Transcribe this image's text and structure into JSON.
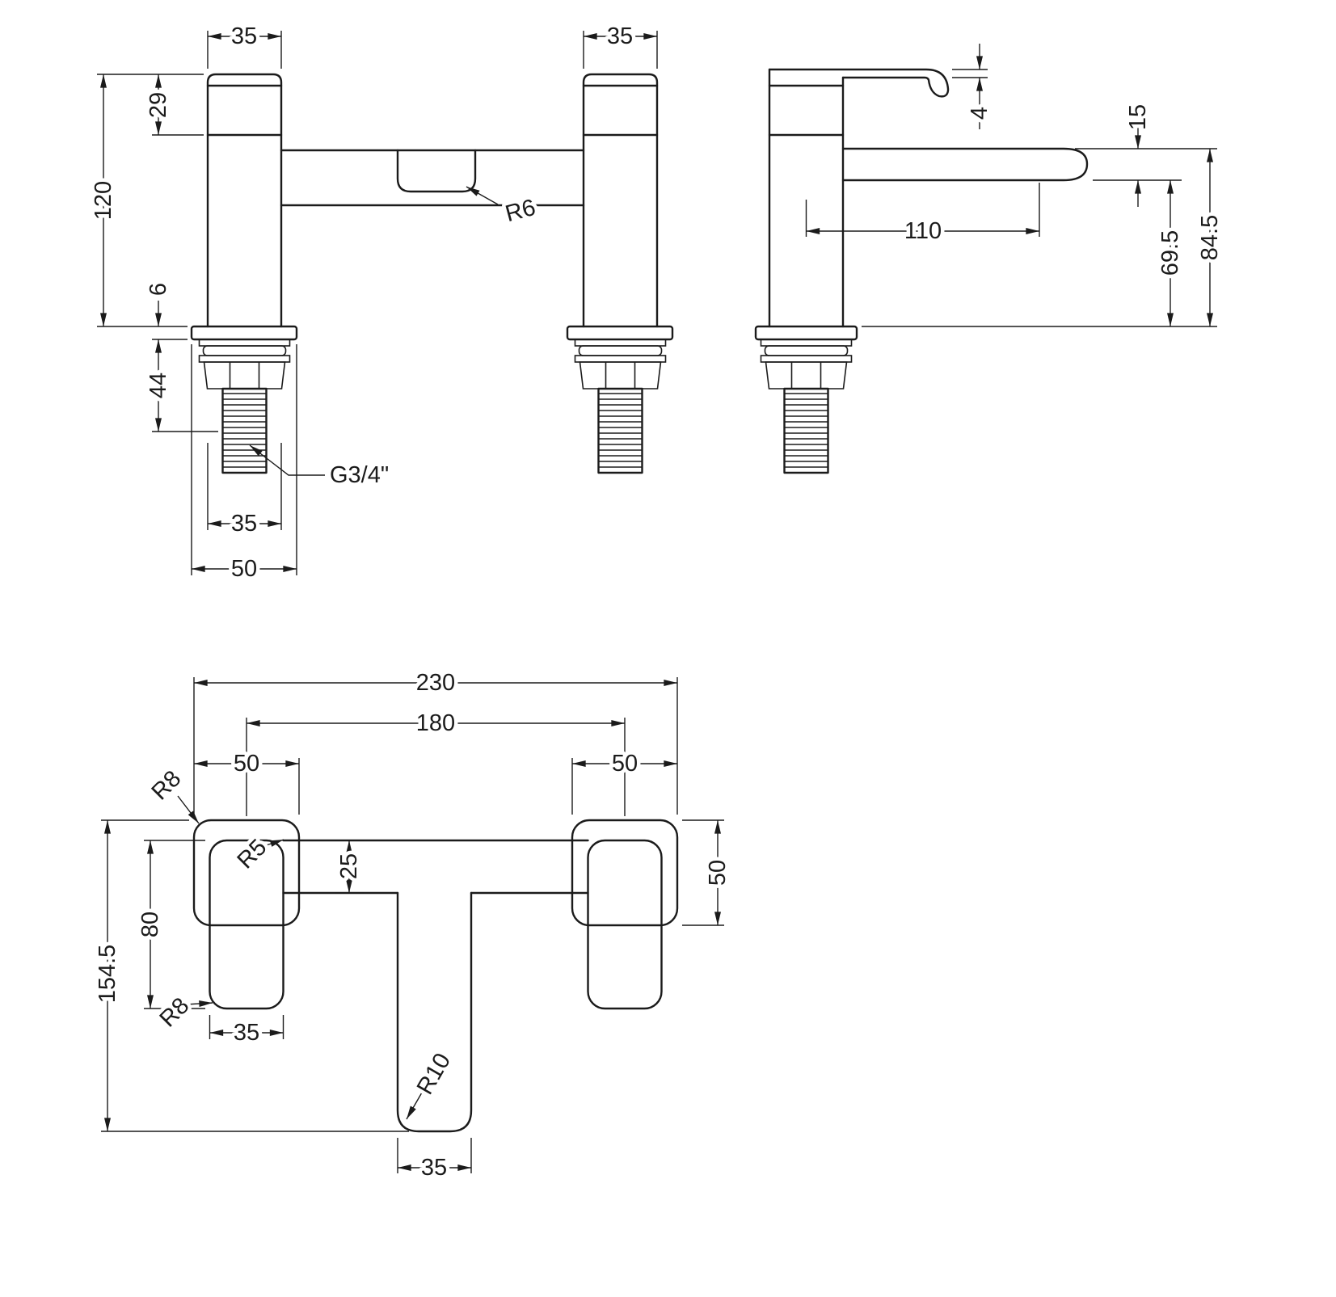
{
  "front": {
    "pillar_width_left": "35",
    "pillar_width_right": "35",
    "handle_height": "29",
    "body_height": "120",
    "deck_thickness": "6",
    "shank_length": "44",
    "thread_spec": "G3/4\"",
    "body_width": "35",
    "base_width": "50",
    "recess_radius": "R6"
  },
  "side": {
    "lever_thickness": "4",
    "spout_thickness": "15",
    "spout_reach": "110",
    "spout_clearance": "69.5",
    "overall_height": "84.5"
  },
  "plan": {
    "overall_width": "230",
    "hole_centres": "180",
    "base_width_left": "50",
    "base_width_right": "50",
    "corner_radius_top": "R8",
    "junction_radius": "R5",
    "bridge_depth": "25",
    "body_length": "80",
    "base_depth": "50",
    "overall_depth": "154.5",
    "corner_radius_bottom": "R8",
    "body_width": "35",
    "spout_radius": "R10",
    "spout_width": "35"
  }
}
